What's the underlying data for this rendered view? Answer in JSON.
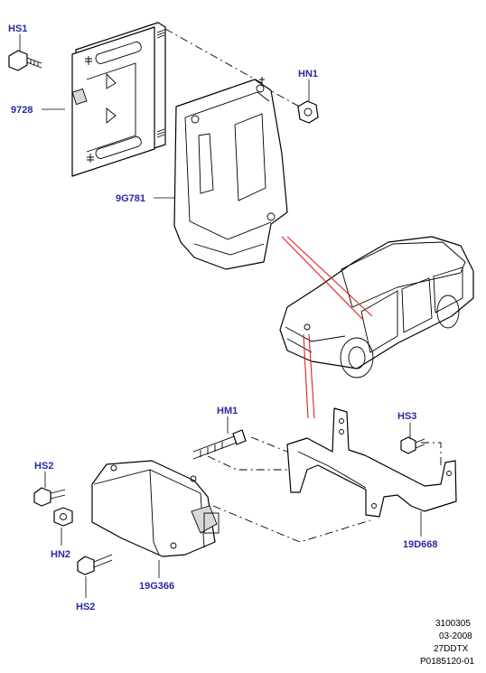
{
  "labels": {
    "hs1": "HS1",
    "part_9728": "9728",
    "hn1": "HN1",
    "part_9g781": "9G781",
    "hm1": "HM1",
    "hs3": "HS3",
    "hs2_top": "HS2",
    "hn2": "HN2",
    "hs2_bottom": "HS2",
    "part_19g366": "19G366",
    "part_19d668": "19D668"
  },
  "reference": {
    "line1": "3100305",
    "line2": "03-2008",
    "line3": "27DDTX",
    "line4": "P0185120-01"
  },
  "colors": {
    "callout_text": "#2a2aa0",
    "locator_lines": "#e02020"
  }
}
